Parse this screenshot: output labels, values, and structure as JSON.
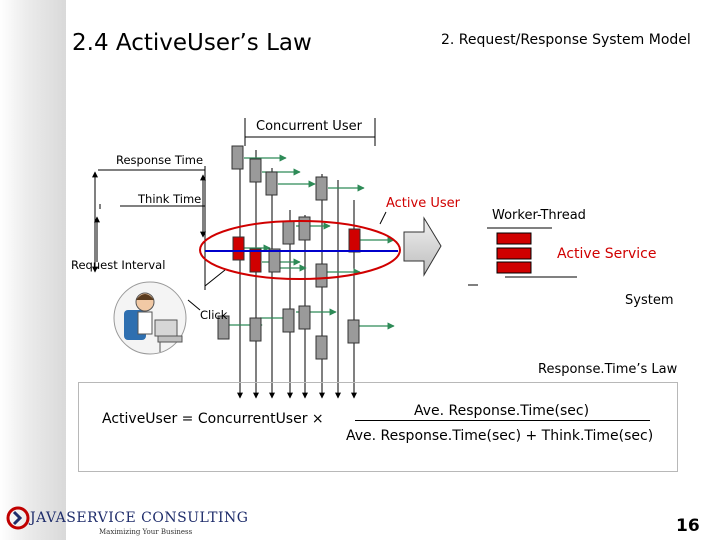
{
  "title": "2.4 ActiveUser’s Law",
  "subtitle": "2. Request/Response System Model",
  "labels": {
    "concurrent_user": "Concurrent User",
    "response_time": "Response Time",
    "think_time": "Think Time",
    "active_user": "Active User",
    "worker_thread": "Worker-Thread",
    "active_service": "Active Service",
    "request_interval": "Request Interval",
    "system": "System",
    "click": "Click"
  },
  "law": {
    "title": "Response.Time’s Law",
    "lhs": "ActiveUser = ConcurrentUser ×",
    "numerator": "Ave. Response.Time(sec)",
    "denominator": "Ave. Response.Time(sec) + Think.Time(sec)"
  },
  "footer": {
    "logo_text": "JAVASERVICE CONSULTING",
    "logo_tagline": "Maximizing Your Business",
    "page_number": "16"
  },
  "colors": {
    "accent_red": "#d00000",
    "arrow_green": "#2e8b57",
    "line_blue": "#0000cc",
    "block_gray": "#9a9a9a",
    "block_red": "#d00000"
  }
}
